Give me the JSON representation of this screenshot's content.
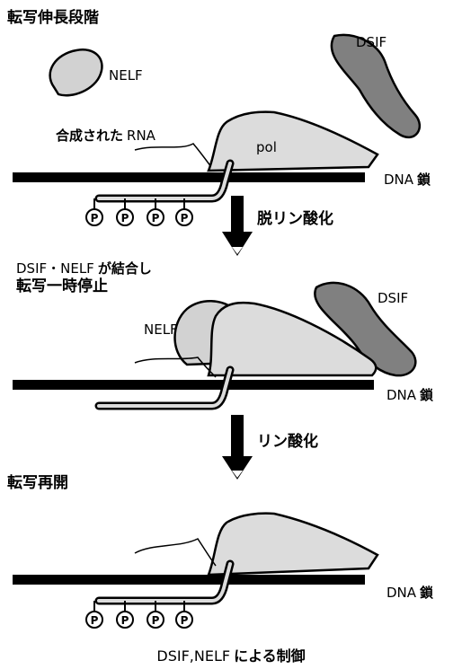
{
  "stages": {
    "elongation": {
      "title": "転写伸長段階"
    },
    "pause": {
      "title_line1_prefix": "DSIF・NELF",
      "title_line1_suffix": "が結合し",
      "title_line2": "転写一時停止"
    },
    "resume": {
      "title": "転写再開"
    }
  },
  "labels": {
    "nelf": "NELF",
    "dsif": "DSIF",
    "pol": "pol",
    "rna_prefix": "合成された",
    "rna": "RNA",
    "dna": "DNA",
    "dna_chain": "鎖",
    "phospho": "P"
  },
  "arrows": {
    "dephosphorylation": "脱リン酸化",
    "phosphorylation": "リン酸化"
  },
  "caption": {
    "prefix": "DSIF,NELF",
    "suffix": "による制御"
  },
  "colors": {
    "pol_fill": "#dcdcdc",
    "nelf_fill": "#d2d2d2",
    "dsif_fill": "#808080",
    "outline": "#000000"
  }
}
